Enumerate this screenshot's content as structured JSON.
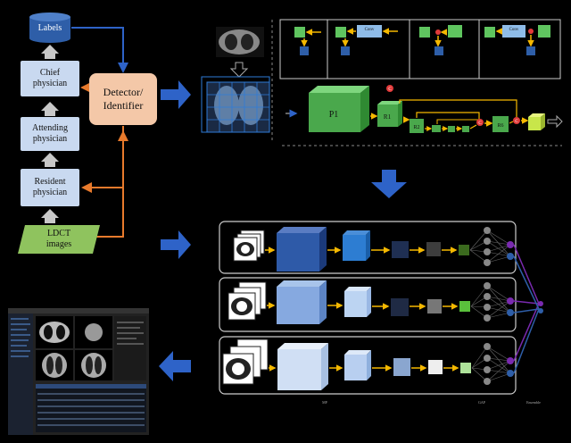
{
  "flow": {
    "labels": "Labels",
    "chief": "Chief\nphysician",
    "attending": "Attending\nphysician",
    "resident": "Resident\nphysician",
    "ldct": "LDCT\nimages",
    "detector": "Detector/\nIdentifier"
  },
  "resnet": {
    "conv_label": "Conv",
    "p1": "P1",
    "r1": "R1",
    "r2": "R2",
    "r6": "R6",
    "c_mark": "C"
  },
  "ensemble": {
    "mp_label": "MP",
    "gap_label": "GAP",
    "ensemble_label": "Ensemble"
  },
  "colors": {
    "arrow_blue": "#2e63c8",
    "arrow_orange": "#e87a2c",
    "detector_fill": "#f4c8a8",
    "green_block": "#4aa84c",
    "yellow_arrow": "#f5b800"
  }
}
